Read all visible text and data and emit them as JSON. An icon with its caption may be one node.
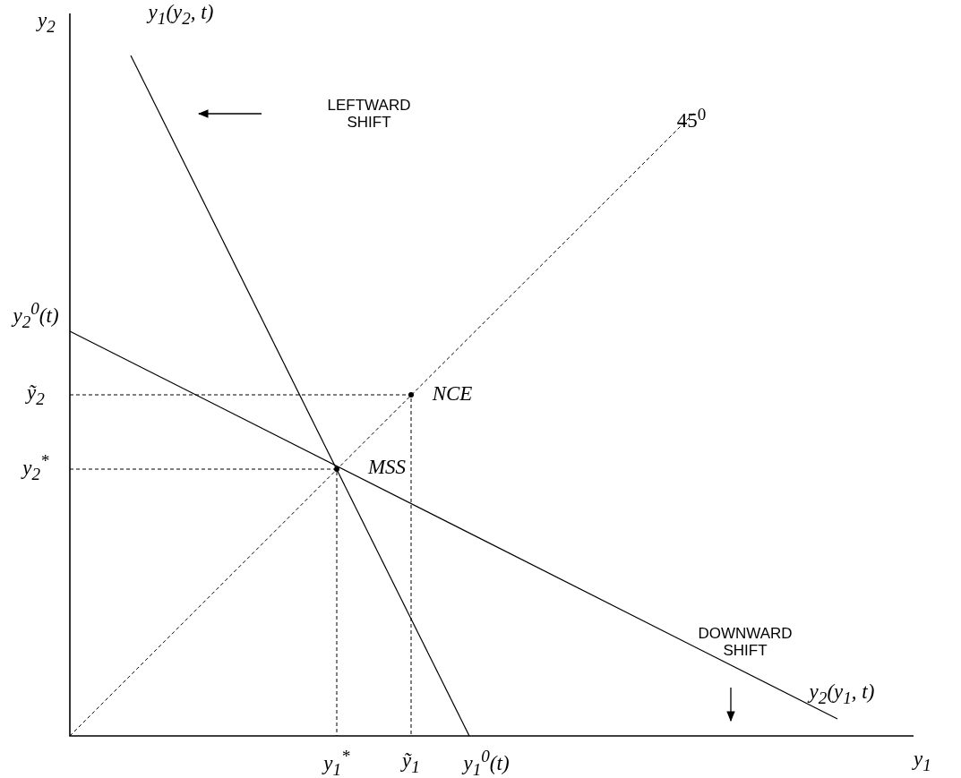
{
  "diagram": {
    "labels": [
      "y$_{2}$",
      "y$_{1}$(y$_{2}$, t)",
      "LEFTWARD SHIFT",
      "45$^{0}$",
      "y$_{2}$$^{0}$(t)",
      "ỹ$_{2}$",
      "NCE",
      "y$_{2}$$^{*}$",
      "MSS",
      "DOWNWARD SHIFT",
      "y$_{2}$(y$_{1}$, t)",
      "y$_{1}$$^{*}$",
      "ỹ$_{1}$",
      "y$_{1}$$^{0}$(t)",
      "y$_{1}$"
    ]
  }
}
